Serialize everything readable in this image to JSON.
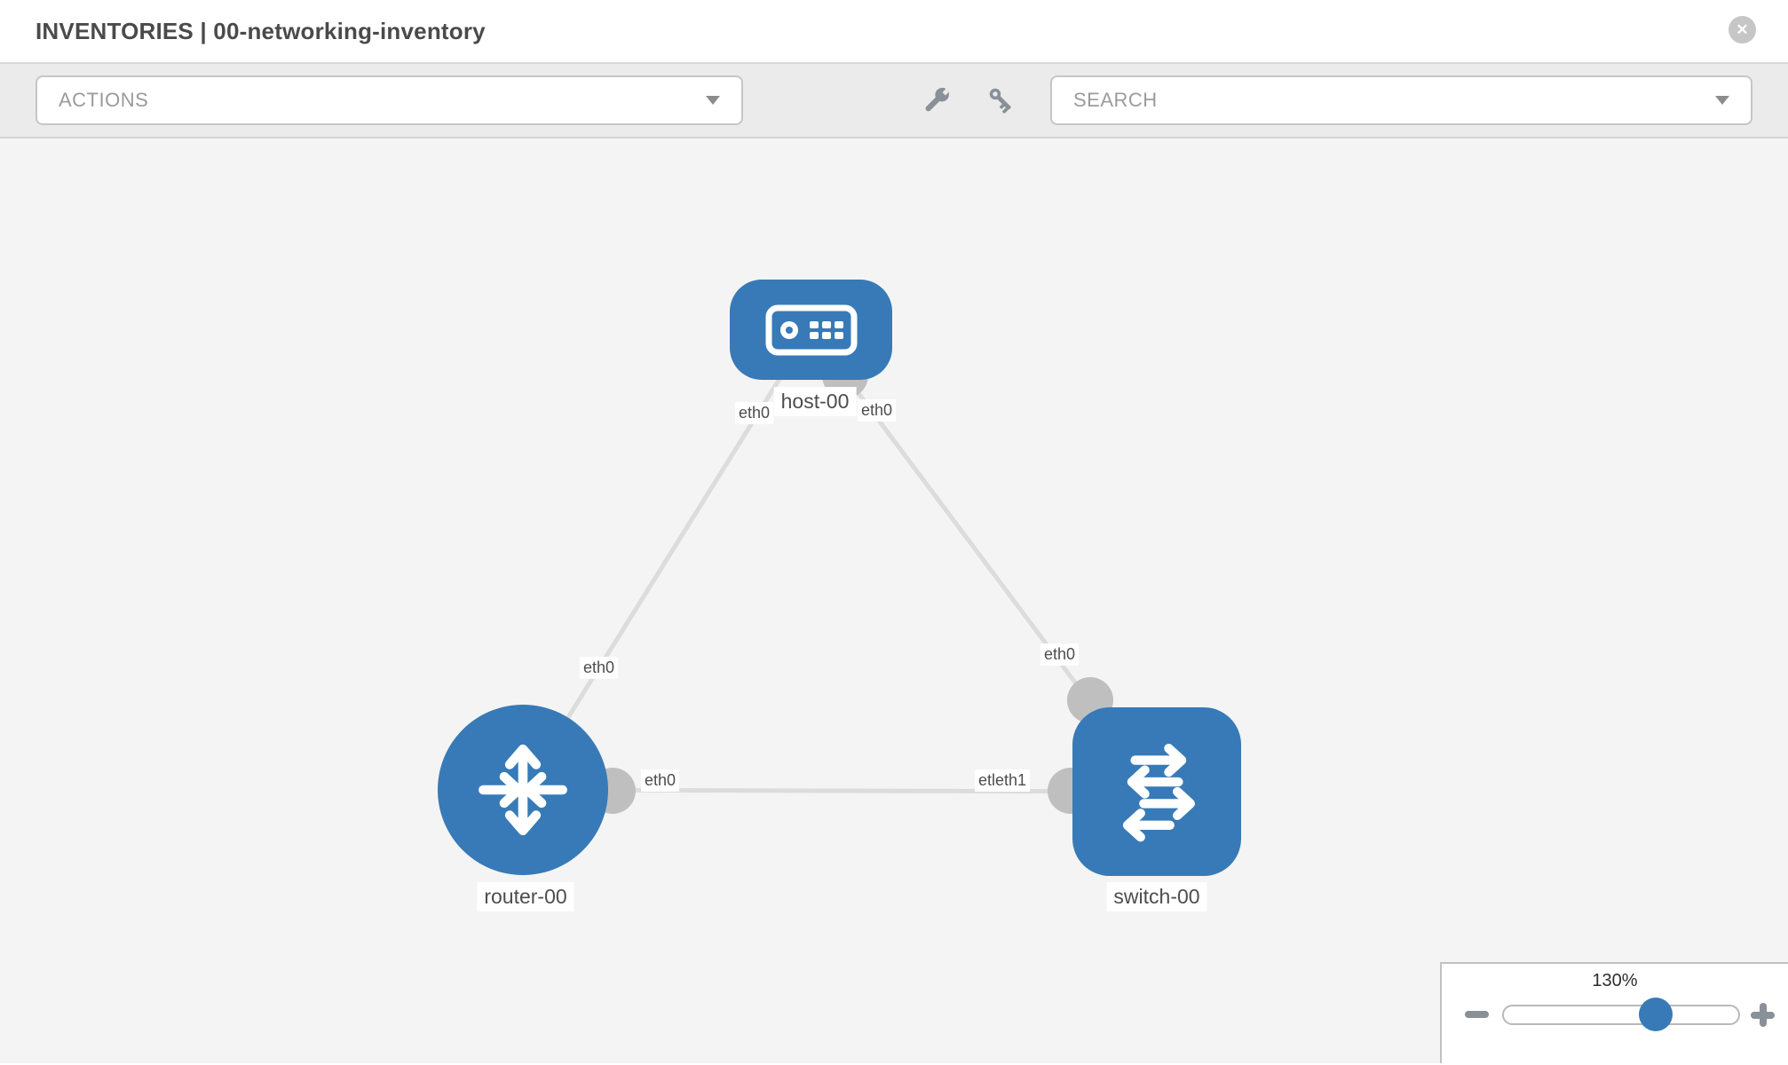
{
  "header": {
    "title": "INVENTORIES | 00-networking-inventory"
  },
  "icons": {
    "close": "✕",
    "actions_caret": "caret-down",
    "search_caret": "caret-down",
    "wrench": "wrench",
    "key": "key",
    "zoom_out": "minus",
    "zoom_in": "plus"
  },
  "toolbar": {
    "actions_label": "ACTIONS",
    "search_label": "SEARCH"
  },
  "topology": {
    "nodes": [
      {
        "id": "host-00",
        "type": "host",
        "label": "host-00"
      },
      {
        "id": "router-00",
        "type": "router",
        "label": "router-00"
      },
      {
        "id": "switch-00",
        "type": "switch",
        "label": "switch-00"
      }
    ],
    "links": [
      {
        "from": "host-00",
        "to": "router-00"
      },
      {
        "from": "host-00",
        "to": "switch-00"
      },
      {
        "from": "router-00",
        "to": "switch-00"
      }
    ],
    "interface_labels": [
      {
        "link": "host-00 - router-00",
        "end": "host-00",
        "text": "eth0"
      },
      {
        "link": "host-00 - router-00",
        "end": "router-00",
        "text": "eth0"
      },
      {
        "link": "host-00 - switch-00",
        "end": "host-00",
        "text": "eth0"
      },
      {
        "link": "host-00 - switch-00",
        "end": "switch-00",
        "text": "eth0"
      },
      {
        "link": "router-00 - switch-00",
        "end": "router-00",
        "text": "eth0"
      },
      {
        "link": "router-00 - switch-00",
        "end": "switch-00",
        "text": "etleth1"
      }
    ]
  },
  "zoom_control": {
    "level": "130%",
    "slider_percent": 64
  },
  "colors": {
    "node_blue": "#377ab7",
    "link_gray": "#dcdcdc",
    "port_gray": "#bfbfbf",
    "toolbar_bg": "#ebebeb"
  }
}
